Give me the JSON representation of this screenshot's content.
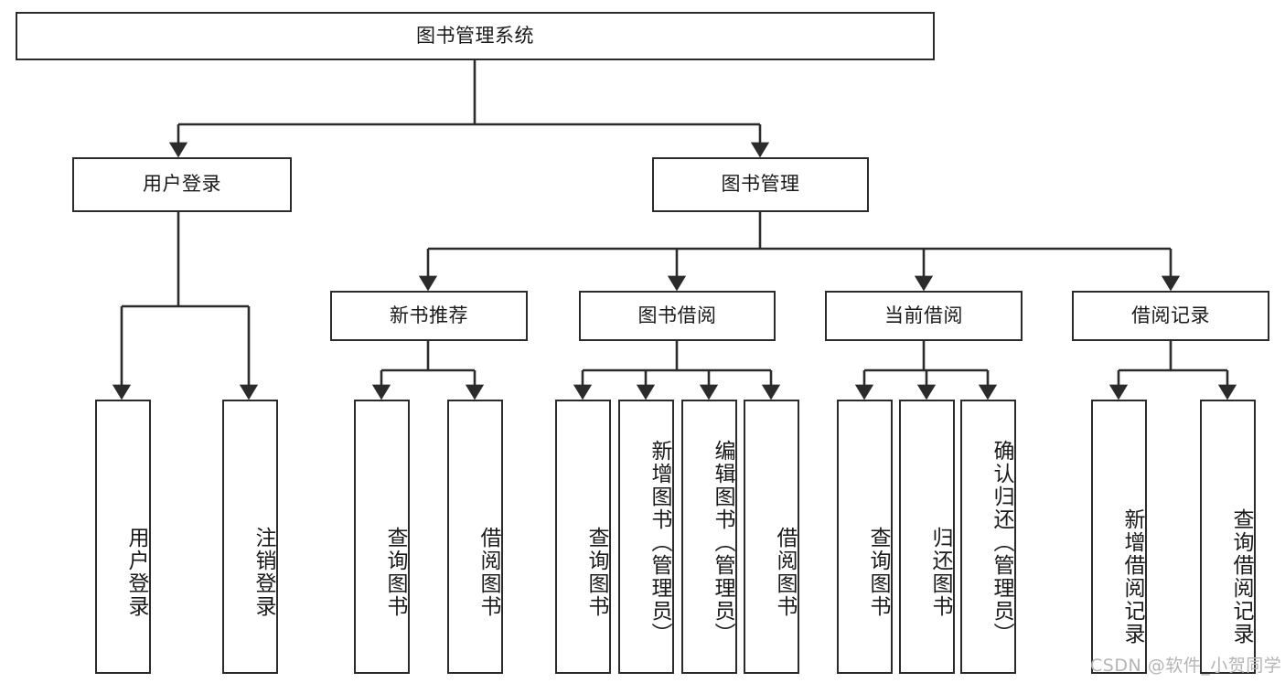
{
  "diagram": {
    "title_node": {
      "label": "图书管理系统"
    },
    "level2": [
      {
        "id": "user-login",
        "label": "用户登录"
      },
      {
        "id": "book-management",
        "label": "图书管理"
      }
    ],
    "level3": [
      {
        "id": "new-book-recommend",
        "label": "新书推荐"
      },
      {
        "id": "book-borrow",
        "label": "图书借阅"
      },
      {
        "id": "current-borrow",
        "label": "当前借阅"
      },
      {
        "id": "borrow-record",
        "label": "借阅记录"
      }
    ],
    "leaves": {
      "user_login": [
        {
          "id": "leaf-user-login",
          "label": "用户登录"
        },
        {
          "id": "leaf-logout-login",
          "label": "注销登录"
        }
      ],
      "new_book_recommend": [
        {
          "id": "leaf-query-book-1",
          "label": "查询图书"
        },
        {
          "id": "leaf-borrow-book-1",
          "label": "借阅图书"
        }
      ],
      "book_borrow": [
        {
          "id": "leaf-query-book-2",
          "label": "查询图书"
        },
        {
          "id": "leaf-add-book",
          "label": "新增图书（管理员）"
        },
        {
          "id": "leaf-edit-book",
          "label": "编辑图书（管理员）"
        },
        {
          "id": "leaf-borrow-book-2",
          "label": "借阅图书"
        }
      ],
      "current_borrow": [
        {
          "id": "leaf-query-book-3",
          "label": "查询图书"
        },
        {
          "id": "leaf-return-book",
          "label": "归还图书"
        },
        {
          "id": "leaf-confirm-return",
          "label": "确认归还（管理员）"
        }
      ],
      "borrow_record": [
        {
          "id": "leaf-add-record",
          "label": "新增借阅记录"
        },
        {
          "id": "leaf-query-record",
          "label": "查询借阅记录"
        }
      ]
    }
  },
  "watermark": {
    "text": "CSDN @软件_小贺同学"
  },
  "colors": {
    "stroke": "#2b2b2b",
    "background": "#ffffff",
    "text": "#1a1a1a",
    "watermark": "#b4b4b4"
  }
}
